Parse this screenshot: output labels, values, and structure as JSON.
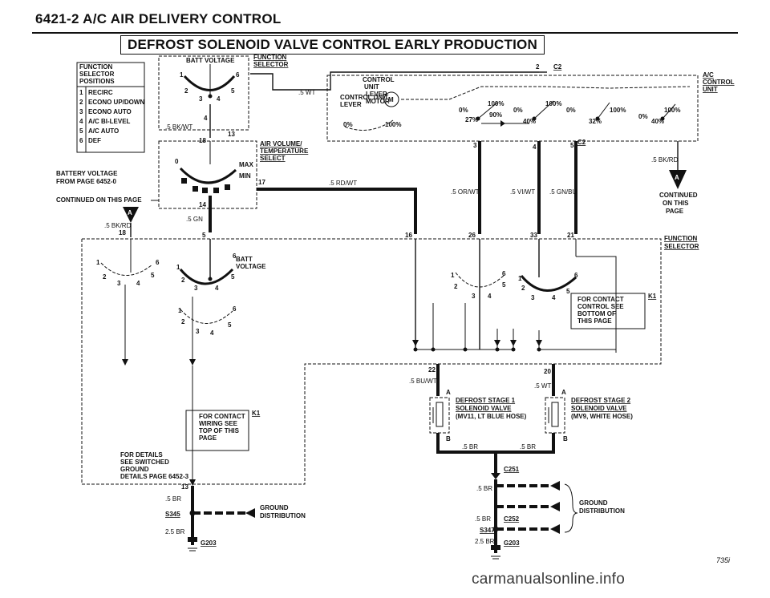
{
  "header": {
    "title": "6421-2   A/C AIR DELIVERY CONTROL"
  },
  "page_title": "DEFROST SOLENOID VALVE CONTROL EARLY PRODUCTION",
  "legend": {
    "heading": [
      "FUNCTION",
      "SELECTOR",
      "POSITIONS"
    ],
    "items": [
      {
        "num": "1",
        "label": "RECIRC"
      },
      {
        "num": "2",
        "label": "ECONO UP/DOWN"
      },
      {
        "num": "3",
        "label": "ECONO AUTO"
      },
      {
        "num": "4",
        "label": "A/C BI-LEVEL"
      },
      {
        "num": "5",
        "label": "A/C AUTO"
      },
      {
        "num": "6",
        "label": "DEF"
      }
    ]
  },
  "labels": {
    "batt_voltage_top": "BATT VOLTAGE",
    "function_selector_1": "FUNCTION",
    "function_selector_2": "SELECTOR",
    "wire_5wt_top": ".5 WT",
    "wire_5bkwt": ".5 BK/WT",
    "air_volume_1": "AIR VOLUME/",
    "air_volume_2": "TEMPERATURE",
    "air_volume_3": "SELECT",
    "max": "MAX",
    "min": "MIN",
    "battery_from_1": "BATTERY VOLTAGE",
    "battery_from_2": "FROM PAGE 6452-0",
    "continued_left": "CONTINUED ON THIS PAGE",
    "wire_5rdwt": ".5 RD/WT",
    "wire_5gn": ".5 GN",
    "wire_5bkrd_left": ".5 BK/RD",
    "connector_c2_top": "C2",
    "connector_c2_mid": "C2",
    "control_unit_label": "CONTROL UNIT",
    "control_lever": "LEVER",
    "control_unit_lever_1": "CONTROL",
    "control_unit_lever_2": "UNIT",
    "control_unit_lever_3": "LEVER",
    "control_unit_lever_4": "MOTOR",
    "motor_m": "M",
    "pct_100a": "100%",
    "pct_0a": "0%",
    "pct_100b": "100%",
    "pct_0b": "0%",
    "pct_27": "27%",
    "pct_90": "90%",
    "pct_0c": "0%",
    "pct_100c": "100%",
    "pct_40a": "40%",
    "pct_100d": "100%",
    "pct_0d": "0%",
    "pct_32": "32%",
    "pct_100e": "100%",
    "pct_0e": "0%",
    "pct_40b": "40%",
    "pct_0f": "0%",
    "ac_control_1": "A/C",
    "ac_control_2": "CONTROL",
    "ac_control_3": "UNIT",
    "wire_5bkrd_right": ".5 BK/RD",
    "continued_right_1": "CONTINUED",
    "continued_right_2": "ON THIS",
    "continued_right_3": "PAGE",
    "wire_5orwt": ".5 OR/WT",
    "wire_5viwt": ".5 VI/WT",
    "wire_5gnbu": ".5 GN/BU",
    "function_selector_r1": "FUNCTION",
    "function_selector_r2": "SELECTOR",
    "batt_voltage_mid_1": "BATT",
    "batt_voltage_mid_2": "VOLTAGE",
    "k1_top": "K1",
    "for_contact_r1": "FOR CONTACT",
    "for_contact_r2": "CONTROL SEE",
    "for_contact_r3": "BOTTOM OF",
    "for_contact_r4": "THIS PAGE",
    "k1_bottom": "K1",
    "for_contact_l1": "FOR CONTACT",
    "for_contact_l2": "WIRING SEE",
    "for_contact_l3": "TOP OF THIS",
    "for_contact_l4": "PAGE",
    "details_1": "FOR DETAILS",
    "details_2": "SEE SWITCHED",
    "details_3": "GROUND",
    "details_4": "DETAILS PAGE 6452-3",
    "wire_5buwt": ".5 BU/WT",
    "wire_5wt_mid": ".5 WT",
    "pin_a1": "A",
    "pin_a2": "A",
    "pin_b1": "B",
    "pin_b2": "B",
    "defrost1_1": "DEFROST STAGE 1",
    "defrost1_2": "SOLENOID VALVE",
    "defrost1_3": "(MV11, LT BLUE HOSE)",
    "defrost2_1": "DEFROST STAGE 2",
    "defrost2_2": "SOLENOID VALVE",
    "defrost2_3": "(MV9, WHITE HOSE)",
    "wire_5br_a": ".5 BR",
    "wire_5br_b": ".5 BR",
    "c251": "C251",
    "wire_5br_c": ".5 BR",
    "c252": "C252",
    "wire_5br_d": ".5 BR",
    "s347": "S347",
    "wire_25br_r": "2.5 BR",
    "g203_r": "G203",
    "ground_dist_r1": "GROUND",
    "ground_dist_r2": "DISTRIBUTION",
    "wire_5br_left": ".5 BR",
    "s345": "S345",
    "wire_25br_l": "2.5 BR",
    "g203_l": "G203",
    "ground_dist_l1": "GROUND",
    "ground_dist_l2": "DISTRIBUTION"
  },
  "pins": {
    "p2": "2",
    "p1": "1",
    "p3": "3",
    "p4": "4",
    "p5": "5",
    "p6": "6",
    "n4": "4",
    "n18": "18",
    "n13": "13",
    "n14": "14",
    "n17": "17",
    "n18b": "18",
    "n5": "5",
    "n3": "3",
    "n4b": "4",
    "n5b": "5",
    "n2": "2",
    "n16": "16",
    "n26": "26",
    "n33": "33",
    "n21": "21",
    "n22": "22",
    "n20": "20",
    "n13b": "13",
    "s1": "1",
    "s2": "2",
    "s3": "3",
    "s4": "4",
    "s5": "5",
    "s6": "6",
    "t1": "1",
    "t2": "2",
    "t3": "3",
    "t4": "4",
    "t5": "5",
    "t6": "6",
    "u1": "1",
    "u2": "2",
    "u3": "3",
    "u4": "4",
    "u5": "5",
    "u6": "6",
    "v1": "1",
    "v2": "2",
    "v3": "3",
    "v4": "4",
    "v5": "5",
    "v6": "6",
    "w1": "1",
    "w2": "2",
    "w3": "3",
    "w4": "4",
    "w5": "5",
    "w6": "6",
    "x0": "0"
  },
  "connectors": {
    "a_left": "A",
    "a_right": "A"
  },
  "footer": {
    "page_code": "735i",
    "watermark": "carmanualsonline.info"
  }
}
